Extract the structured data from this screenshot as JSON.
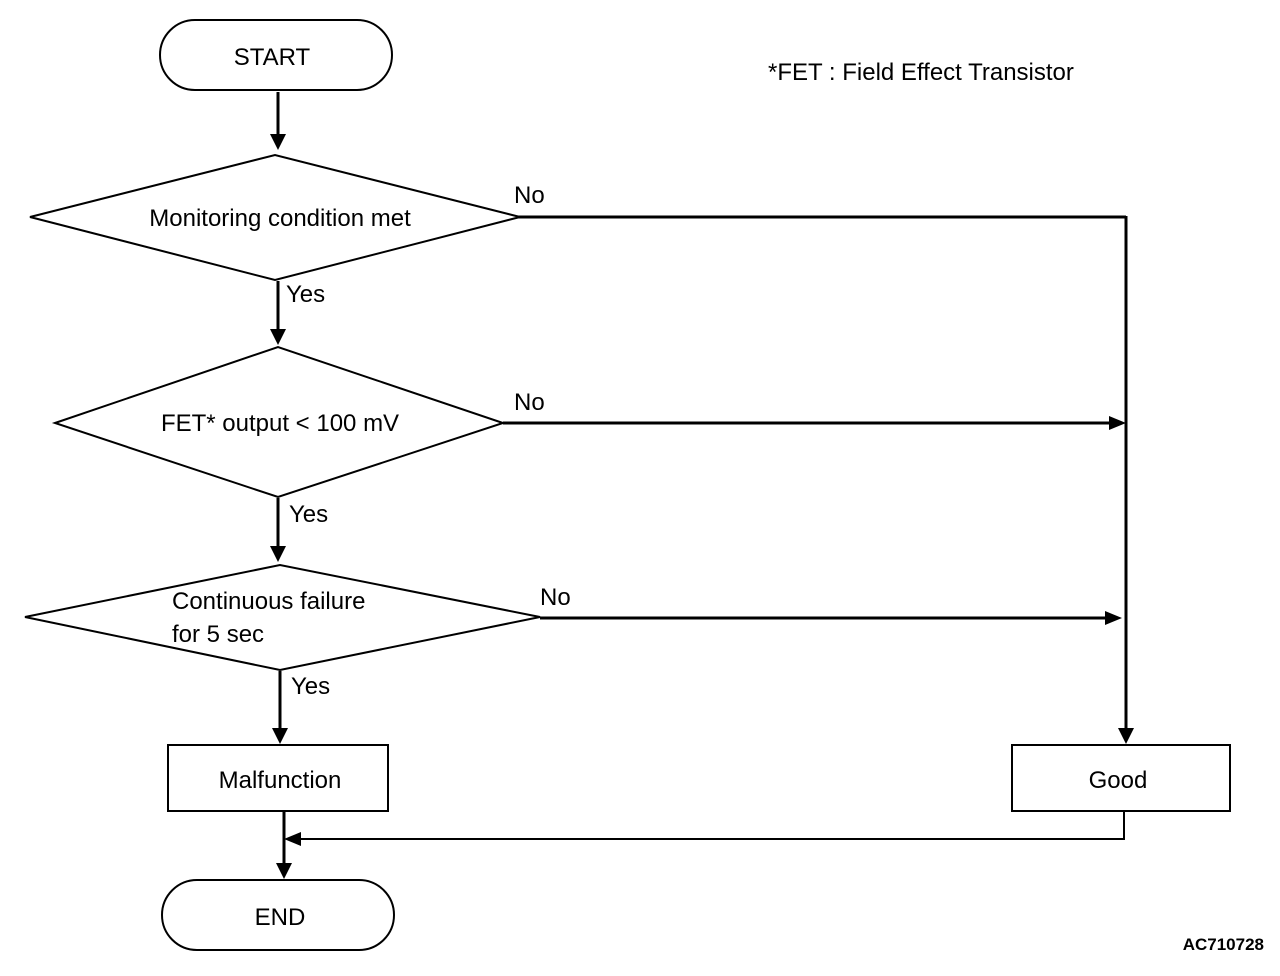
{
  "nodes": {
    "start": "START",
    "decision_monitoring": "Monitoring condition met",
    "decision_fet": "FET* output < 100 mV",
    "decision_continuous_line1": "Continuous failure",
    "decision_continuous_line2": "for 5 sec",
    "malfunction": "Malfunction",
    "good": "Good",
    "end": "END"
  },
  "branch_labels": {
    "monitoring_no": "No",
    "monitoring_yes": "Yes",
    "fet_no": "No",
    "fet_yes": "Yes",
    "continuous_no": "No",
    "continuous_yes": "Yes"
  },
  "footnote": "*FET : Field Effect Transistor",
  "figure_code": "AC710728"
}
